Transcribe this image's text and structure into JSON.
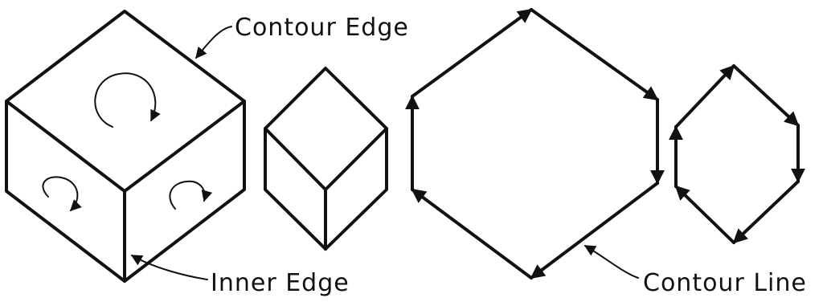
{
  "labels": {
    "contour_edge": "Contour Edge",
    "inner_edge": "Inner Edge",
    "contour_line": "Contour Line"
  },
  "colors": {
    "ink": "#111111",
    "background": "#ffffff"
  }
}
